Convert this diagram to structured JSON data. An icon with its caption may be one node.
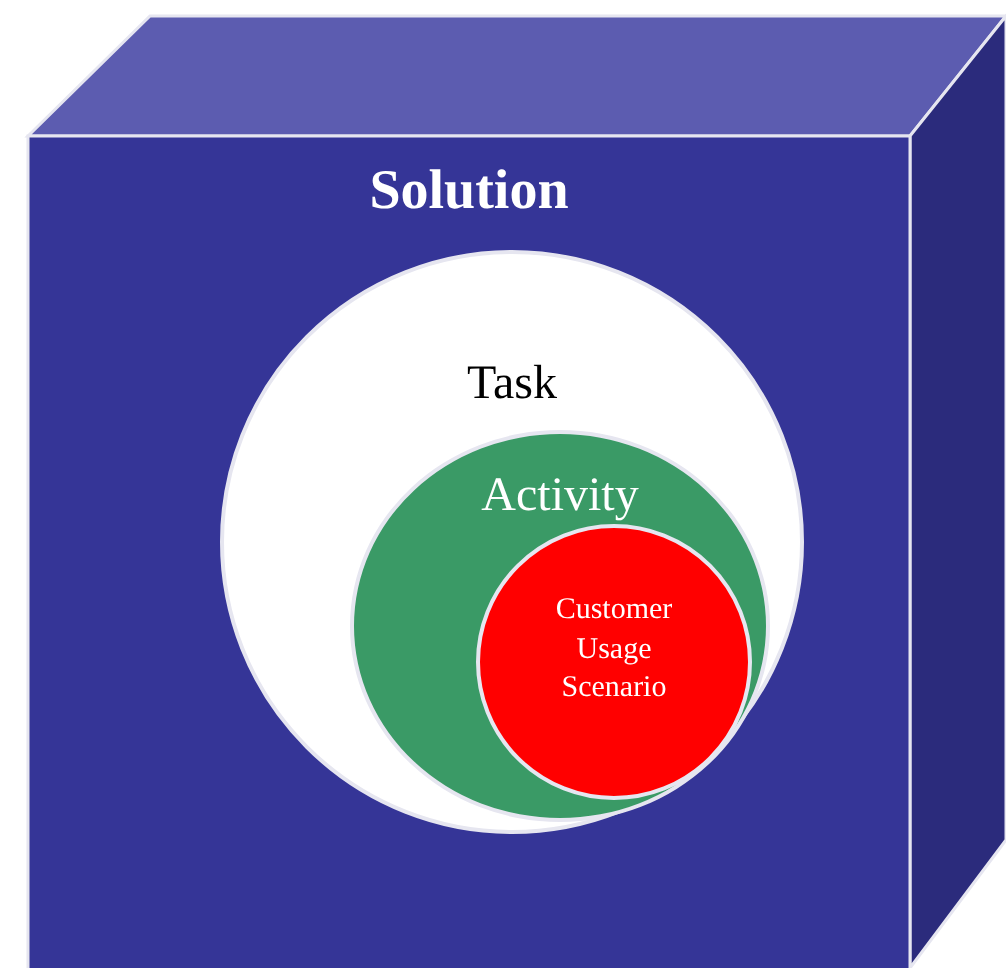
{
  "diagram": {
    "nodes": [
      {
        "text": [
          "Solution"
        ]
      },
      {
        "text": [
          "Task"
        ],
        "in": 0
      },
      {
        "text": [
          "Activity"
        ],
        "in": 1
      },
      {
        "text": [
          "Customer Usage Scenario"
        ],
        "in": 2
      }
    ]
  }
}
